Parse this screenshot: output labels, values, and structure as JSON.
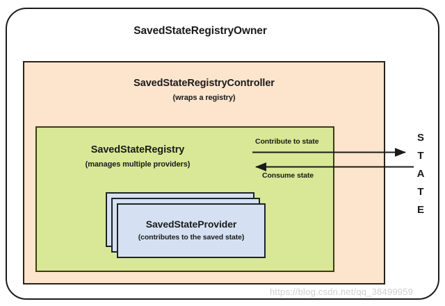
{
  "diagram": {
    "title": "SavedStateRegistryOwner",
    "owner": {
      "label": "SavedStateRegistryOwner",
      "fill": "#ffffff",
      "border": "#1b1b1b"
    },
    "controller": {
      "label": "SavedStateRegistryController",
      "subtitle": "(wraps a registry)",
      "fill": "#fce4cd",
      "border": "#2a2118"
    },
    "registry": {
      "label": "SavedStateRegistry",
      "subtitle": "(manages multiple providers)",
      "fill": "#d8e896",
      "border": "#3d3a16"
    },
    "provider": {
      "label": "SavedStateProvider",
      "subtitle": "(contributes to the saved state)",
      "fill": "#d5e1f2",
      "border": "#1f2328",
      "stack_count": 3
    },
    "arrows": [
      {
        "name": "contribute-to-state",
        "label": "Contribute to state",
        "direction": "right"
      },
      {
        "name": "consume-state",
        "label": "Consume state",
        "direction": "left"
      }
    ],
    "state_label": {
      "text": "STATE",
      "letters": [
        "S",
        "T",
        "A",
        "T",
        "E"
      ],
      "orientation": "vertical"
    },
    "watermark": "https://blog.csdn.net/qq_38499959"
  }
}
